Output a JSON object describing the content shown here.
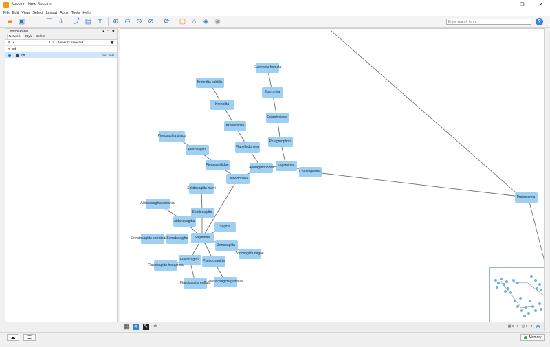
{
  "window": {
    "title": "Session: New Session",
    "controls": [
      "—",
      "❐",
      "✕"
    ]
  },
  "menu": [
    "File",
    "Edit",
    "View",
    "Select",
    "Layout",
    "Apps",
    "Tools",
    "Help"
  ],
  "search": {
    "placeholder": "Enter search term..."
  },
  "control_panel": {
    "title": "Control Panel",
    "header_controls": [
      "▾",
      "□",
      "✖"
    ],
    "tabs": [
      "Network",
      "Style",
      "Select"
    ],
    "selection_text": "1 of 1 Network selected",
    "tree": {
      "parent": {
        "name": "ott",
        "count": "1"
      },
      "child": {
        "name": "ott",
        "counts": "(52)  (51)"
      }
    }
  },
  "network": {
    "nodes": [
      {
        "id": "n1",
        "label": "Eukrohnia hamata"
      },
      {
        "id": "n2",
        "label": "Eukrohnia"
      },
      {
        "id": "n3",
        "label": "Krohnitta subtilis"
      },
      {
        "id": "n4",
        "label": "Krohnitta"
      },
      {
        "id": "n5",
        "label": "Eukrohniidae"
      },
      {
        "id": "n6",
        "label": "Krohnittidae"
      },
      {
        "id": "n7",
        "label": "Pterosagitta draco"
      },
      {
        "id": "n8",
        "label": "Phragmophora"
      },
      {
        "id": "n9",
        "label": "Flabellodontina"
      },
      {
        "id": "n10",
        "label": "Pterosagitta"
      },
      {
        "id": "n11",
        "label": "Pterosagittidae"
      },
      {
        "id": "n12",
        "label": "Aphragmophora"
      },
      {
        "id": "n13",
        "label": "Sagittoidea"
      },
      {
        "id": "n14",
        "label": "Chaetognatha"
      },
      {
        "id": "n15",
        "label": "Ctenodontina"
      },
      {
        "id": "n16",
        "label": "Protostomia"
      },
      {
        "id": "n17",
        "label": "Solidosagitta murri"
      },
      {
        "id": "n18",
        "label": "Aidanosagitta oceania"
      },
      {
        "id": "n19",
        "label": "Solidosagitta"
      },
      {
        "id": "n20",
        "label": "Aidanosagitta"
      },
      {
        "id": "n21",
        "label": "Sagitta"
      },
      {
        "id": "n22",
        "label": "Serratosagitta serratodentata"
      },
      {
        "id": "n23",
        "label": "Serratosagitta"
      },
      {
        "id": "n24",
        "label": "Sagittidae"
      },
      {
        "id": "n25",
        "label": "Zonosagitta"
      },
      {
        "id": "n26",
        "label": "Zonosagitta nagae"
      },
      {
        "id": "n27",
        "label": "Flaccisagitta"
      },
      {
        "id": "n28",
        "label": "Pseudosagitta"
      },
      {
        "id": "n29",
        "label": "Flaccisagitta hexaptera"
      },
      {
        "id": "n30",
        "label": "Flaccisagitta enflata"
      },
      {
        "id": "n31",
        "label": "Pseudosagitta gazellae"
      }
    ],
    "edges": [
      [
        "n1",
        "n2"
      ],
      [
        "n2",
        "n5"
      ],
      [
        "n5",
        "n8"
      ],
      [
        "n8",
        "n13"
      ],
      [
        "n3",
        "n4"
      ],
      [
        "n4",
        "n6"
      ],
      [
        "n6",
        "n9"
      ],
      [
        "n9",
        "n12"
      ],
      [
        "n12",
        "n13"
      ],
      [
        "n13",
        "n14"
      ],
      [
        "n14",
        "n16"
      ],
      [
        "n7",
        "n10"
      ],
      [
        "n10",
        "n11"
      ],
      [
        "n11",
        "n15"
      ],
      [
        "n15",
        "n12"
      ],
      [
        "n15",
        "n24"
      ],
      [
        "n17",
        "n19"
      ],
      [
        "n19",
        "n24"
      ],
      [
        "n18",
        "n20"
      ],
      [
        "n20",
        "n24"
      ],
      [
        "n21",
        "n24"
      ],
      [
        "n22",
        "n23"
      ],
      [
        "n23",
        "n24"
      ],
      [
        "n24",
        "n25"
      ],
      [
        "n25",
        "n26"
      ],
      [
        "n24",
        "n27"
      ],
      [
        "n24",
        "n28"
      ],
      [
        "n27",
        "n29"
      ],
      [
        "n27",
        "n30"
      ],
      [
        "n28",
        "n31"
      ]
    ]
  },
  "view_bottom": {
    "network_name": "ott",
    "selection_counts": "0 - 0",
    "hidden_counts": "0 - 0"
  },
  "memory_label": "Memory",
  "colors": {
    "node_fill": "#9dd0f2",
    "edge": "#6e6e6e",
    "accent": "#2f86d9"
  }
}
